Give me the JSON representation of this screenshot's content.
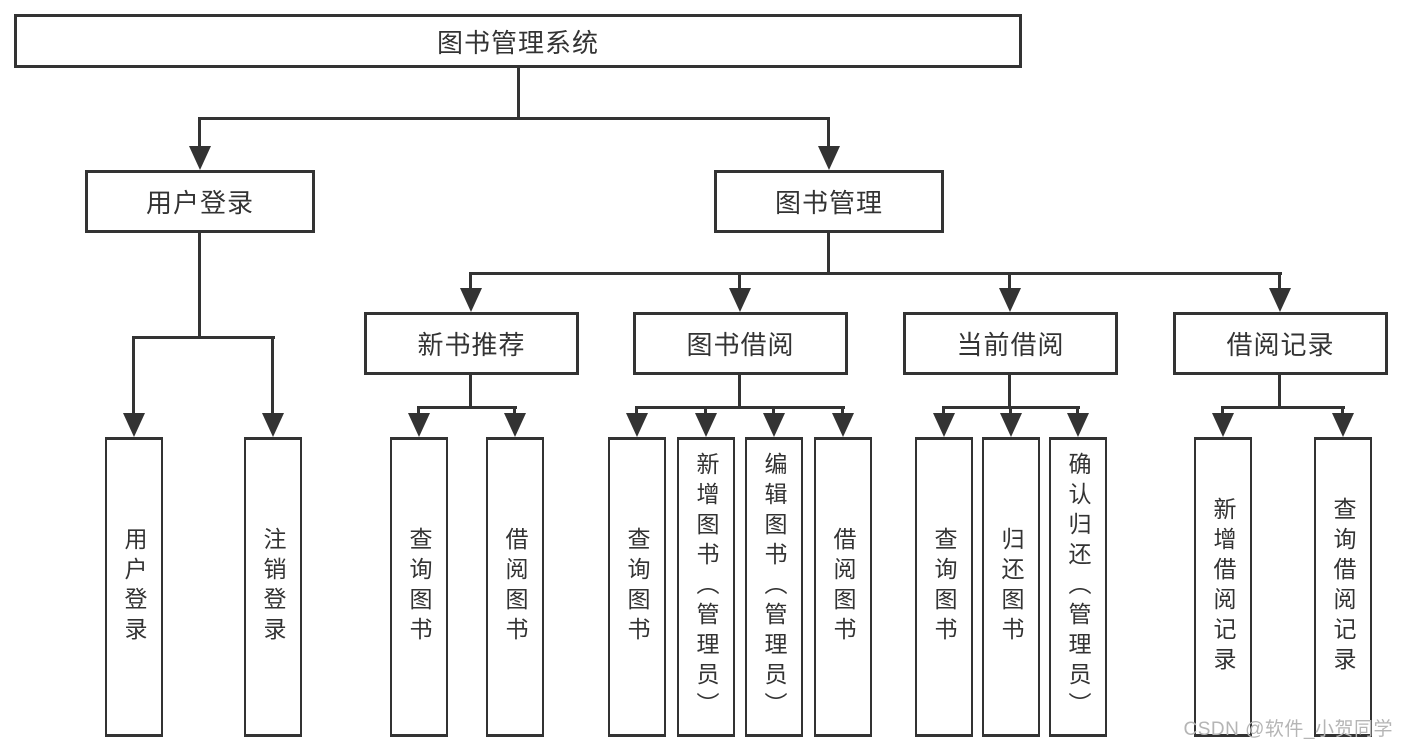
{
  "diagram": {
    "type": "hierarchy-tree",
    "background": "#ffffff",
    "line_color": "#333333",
    "text_color": "#333333",
    "watermark_color": "#b5b5b5"
  },
  "root": {
    "label": "图书管理系统"
  },
  "level2": {
    "user_login": {
      "label": "用户登录"
    },
    "book_management": {
      "label": "图书管理"
    }
  },
  "level3": {
    "new_book_recommend": {
      "label": "新书推荐"
    },
    "book_borrowing": {
      "label": "图书借阅"
    },
    "current_borrowing": {
      "label": "当前借阅"
    },
    "borrowing_records": {
      "label": "借阅记录"
    }
  },
  "leaves": {
    "user_login": [
      {
        "label": "用户登录"
      },
      {
        "label": "注销登录"
      }
    ],
    "new_book_recommend": [
      {
        "label": "查询图书"
      },
      {
        "label": "借阅图书"
      }
    ],
    "book_borrowing": [
      {
        "label": "查询图书"
      },
      {
        "label": "新增图书（管理员）"
      },
      {
        "label": "编辑图书（管理员）"
      },
      {
        "label": "借阅图书"
      }
    ],
    "current_borrowing": [
      {
        "label": "查询图书"
      },
      {
        "label": "归还图书"
      },
      {
        "label": "确认归还（管理员）"
      }
    ],
    "borrowing_records": [
      {
        "label": "新增借阅记录"
      },
      {
        "label": "查询借阅记录"
      }
    ]
  },
  "watermark": {
    "label": "CSDN @软件_小贺同学"
  }
}
